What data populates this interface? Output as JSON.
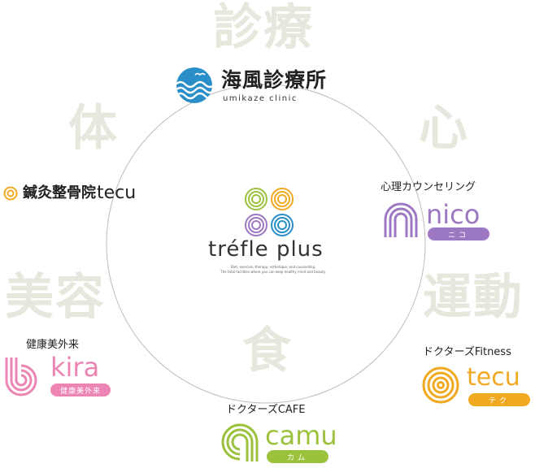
{
  "background_words": {
    "shinryo": "診療",
    "karada": "体",
    "kokoro": "心",
    "biyou": "美容",
    "undou": "運動",
    "shoku": "食"
  },
  "center": {
    "name": "tréfle plus",
    "tagline_1": "Diet, exercise, therapy, esthetique, and counselling.",
    "tagline_2": "The total facilities where you can keep healthy mind and beauty."
  },
  "clinic": {
    "name": "海風診療所",
    "subtitle": "umikaze clinic",
    "color": "#2a8fc8"
  },
  "acupuncture": {
    "name": "鍼灸整骨院",
    "brand": "tecu",
    "color": "#f2a922"
  },
  "counselling": {
    "caption": "心理カウンセリング",
    "brand": "nico",
    "pill": "ニコ",
    "color": "#9d78c2"
  },
  "beauty": {
    "caption": "健康美外来",
    "brand": "kira",
    "pill": "健康美外来",
    "color": "#ec85b4"
  },
  "fitness": {
    "caption": "ドクターズFitness",
    "brand": "tecu",
    "pill": "テク",
    "color": "#f2a922"
  },
  "cafe": {
    "caption": "ドクターズCAFE",
    "brand": "camu",
    "pill": "カム",
    "color": "#9cc23d"
  }
}
